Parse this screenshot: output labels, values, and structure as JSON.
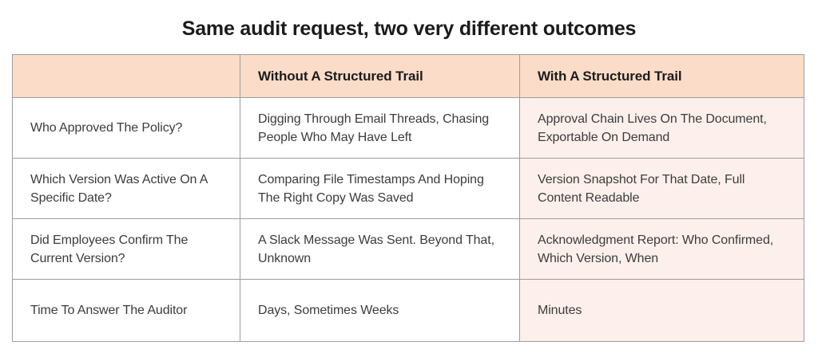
{
  "title": "Same audit request, two very different outcomes",
  "colors": {
    "header_background": "#FBDCC9",
    "highlight_column_background": "#FDF0EC",
    "border": "#9D9D9D",
    "title_text": "#1B1B1B",
    "body_text": "#3C3C3C",
    "page_background": "#FFFFFF"
  },
  "table": {
    "headers": {
      "question": "",
      "without": "Without A Structured Trail",
      "with": "With A Structured Trail"
    },
    "rows": [
      {
        "question": "Who Approved The Policy?",
        "without": "Digging Through Email Threads, Chasing People Who May Have Left",
        "with": "Approval Chain Lives On The Document, Exportable On Demand"
      },
      {
        "question": "Which Version Was Active On A Specific Date?",
        "without": "Comparing File Timestamps And Hoping The Right Copy Was Saved",
        "with": "Version Snapshot For That Date, Full Content Readable"
      },
      {
        "question": "Did Employees Confirm The Current Version?",
        "without": "A Slack Message Was Sent. Beyond That, Unknown",
        "with": "Acknowledgment Report: Who Confirmed, Which Version, When"
      },
      {
        "question": "Time To Answer The Auditor",
        "without": "Days, Sometimes Weeks",
        "with": "Minutes"
      }
    ]
  }
}
